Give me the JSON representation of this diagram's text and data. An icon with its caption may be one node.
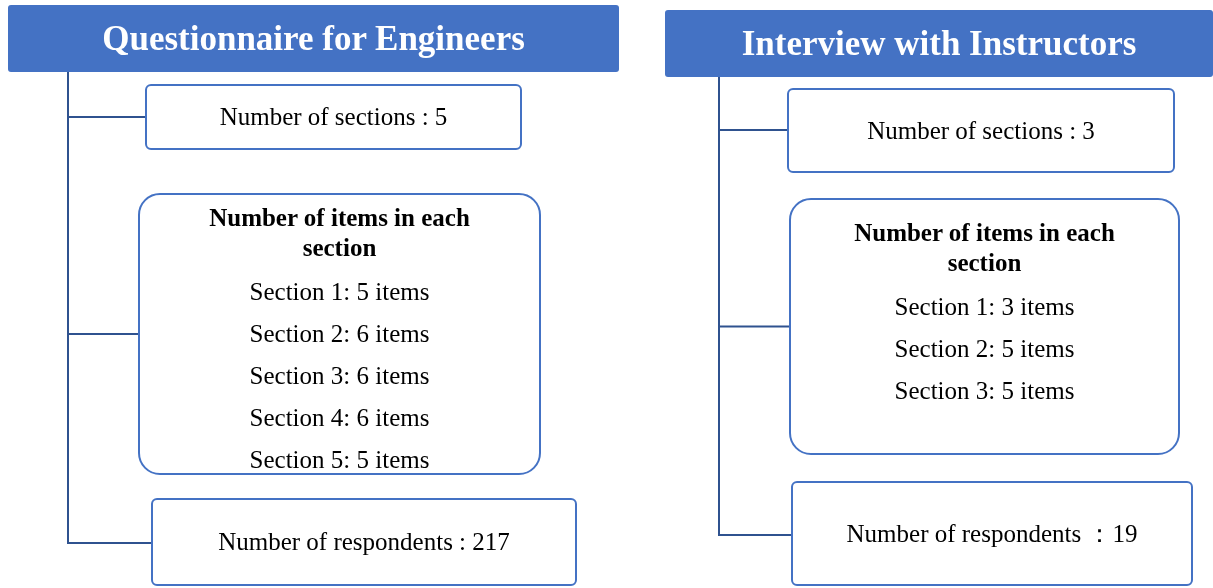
{
  "diagram": {
    "nodes": [
      {
        "text": [
          "Questionnaire for Engineers"
        ]
      },
      {
        "text": [
          "Number of sections : 5"
        ]
      },
      {
        "text": [
          "Number of items in each section",
          "Section 1: 5 items",
          "Section 2: 6 items",
          "Section 3: 6 items",
          "Section 4: 6 items",
          "Section 5: 5 items"
        ]
      },
      {
        "text": [
          "Number of respondents : 217"
        ]
      },
      {
        "text": [
          "Interview with Instructors"
        ]
      },
      {
        "text": [
          "Number of sections : 3"
        ]
      },
      {
        "text": [
          "Number of items in each section",
          "Section 1: 3 items",
          "Section 2: 5 items",
          "Section 3: 5 items"
        ]
      },
      {
        "text": [
          "Number of respondents ：19"
        ]
      }
    ],
    "edges": [
      {
        "from": 0,
        "to": 1,
        "arrow": "none"
      },
      {
        "from": 0,
        "to": 2,
        "arrow": "none"
      },
      {
        "from": 0,
        "to": 3,
        "arrow": "none"
      },
      {
        "from": 4,
        "to": 5,
        "arrow": "none"
      },
      {
        "from": 4,
        "to": 6,
        "arrow": "none"
      },
      {
        "from": 4,
        "to": 7,
        "arrow": "none"
      }
    ]
  }
}
